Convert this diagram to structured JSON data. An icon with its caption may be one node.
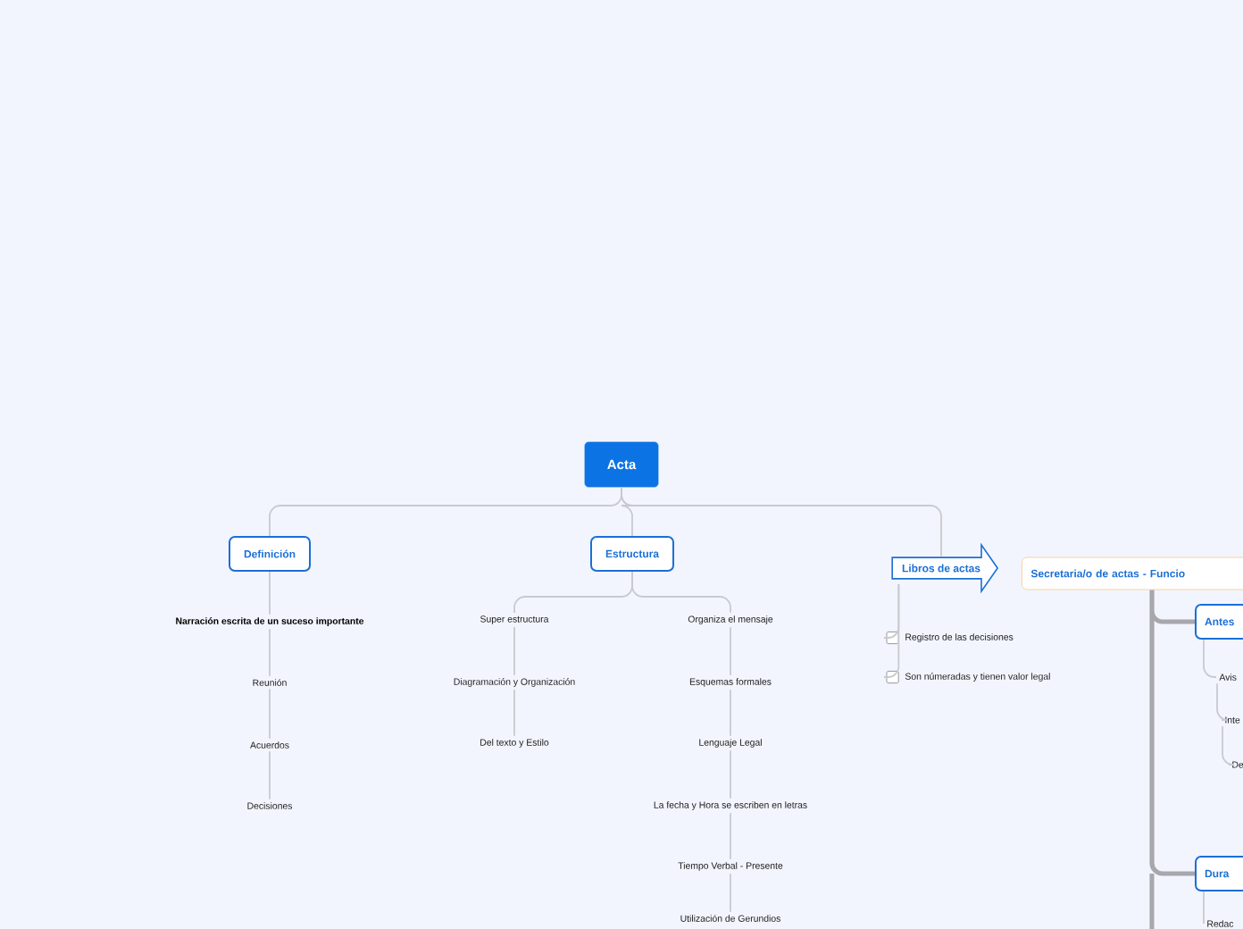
{
  "diagram": {
    "nodes": [
      {
        "text": [
          "Acta"
        ]
      },
      {
        "text": [
          "Definición"
        ]
      },
      {
        "text": [
          "Estructura"
        ]
      },
      {
        "text": [
          "Libros de actas"
        ]
      },
      {
        "text": [
          "Secretaria/o de actas - Funcio"
        ]
      },
      {
        "text": [
          "Narración escrita de un suceso importante"
        ]
      },
      {
        "text": [
          "Reunión"
        ]
      },
      {
        "text": [
          "Acuerdos"
        ]
      },
      {
        "text": [
          "Decisiones"
        ]
      },
      {
        "text": [
          "Super estructura"
        ]
      },
      {
        "text": [
          "Diagramación y Organización"
        ]
      },
      {
        "text": [
          "Del texto y Estilo"
        ]
      },
      {
        "text": [
          "Organiza el mensaje"
        ]
      },
      {
        "text": [
          "Esquemas formales"
        ]
      },
      {
        "text": [
          "Lenguaje Legal"
        ]
      },
      {
        "text": [
          "La fecha y Hora se escriben en letras"
        ]
      },
      {
        "text": [
          "Tiempo Verbal - Presente"
        ]
      },
      {
        "text": [
          "Utilización de Gerundios"
        ]
      },
      {
        "text": [
          "Registro de las decisiones"
        ]
      },
      {
        "text": [
          "Son númeradas y tienen valor legal"
        ]
      },
      {
        "text": [
          "Antes"
        ]
      },
      {
        "text": [
          "Avis"
        ]
      },
      {
        "text": [
          "Inte"
        ]
      },
      {
        "text": [
          "De"
        ]
      },
      {
        "text": [
          "Dura"
        ]
      },
      {
        "text": [
          "Redac"
        ]
      }
    ],
    "edges": [
      {
        "from": 0,
        "to": 1,
        "arrow": "none"
      },
      {
        "from": 0,
        "to": 2,
        "arrow": "none"
      },
      {
        "from": 0,
        "to": 3,
        "arrow": "none"
      },
      {
        "from": 1,
        "to": 5,
        "arrow": "none"
      },
      {
        "from": 5,
        "to": 6,
        "arrow": "none"
      },
      {
        "from": 6,
        "to": 7,
        "arrow": "none"
      },
      {
        "from": 7,
        "to": 8,
        "arrow": "none"
      },
      {
        "from": 2,
        "to": 9,
        "arrow": "none"
      },
      {
        "from": 9,
        "to": 10,
        "arrow": "none"
      },
      {
        "from": 10,
        "to": 11,
        "arrow": "none"
      },
      {
        "from": 2,
        "to": 12,
        "arrow": "none"
      },
      {
        "from": 12,
        "to": 13,
        "arrow": "none"
      },
      {
        "from": 13,
        "to": 14,
        "arrow": "none"
      },
      {
        "from": 14,
        "to": 15,
        "arrow": "none"
      },
      {
        "from": 15,
        "to": 16,
        "arrow": "none"
      },
      {
        "from": 16,
        "to": 17,
        "arrow": "none"
      },
      {
        "from": 3,
        "to": 18,
        "arrow": "none"
      },
      {
        "from": 3,
        "to": 19,
        "arrow": "none"
      },
      {
        "from": 4,
        "to": 20,
        "arrow": "none",
        "style": "thick",
        "color": "#a7a7ad"
      },
      {
        "from": 4,
        "to": 24,
        "arrow": "none",
        "style": "thick",
        "color": "#a7a7ad"
      },
      {
        "from": 20,
        "to": 21,
        "arrow": "none"
      },
      {
        "from": 21,
        "to": 22,
        "arrow": "none"
      },
      {
        "from": 22,
        "to": 23,
        "arrow": "none"
      },
      {
        "from": 24,
        "to": 25,
        "arrow": "none"
      }
    ]
  }
}
